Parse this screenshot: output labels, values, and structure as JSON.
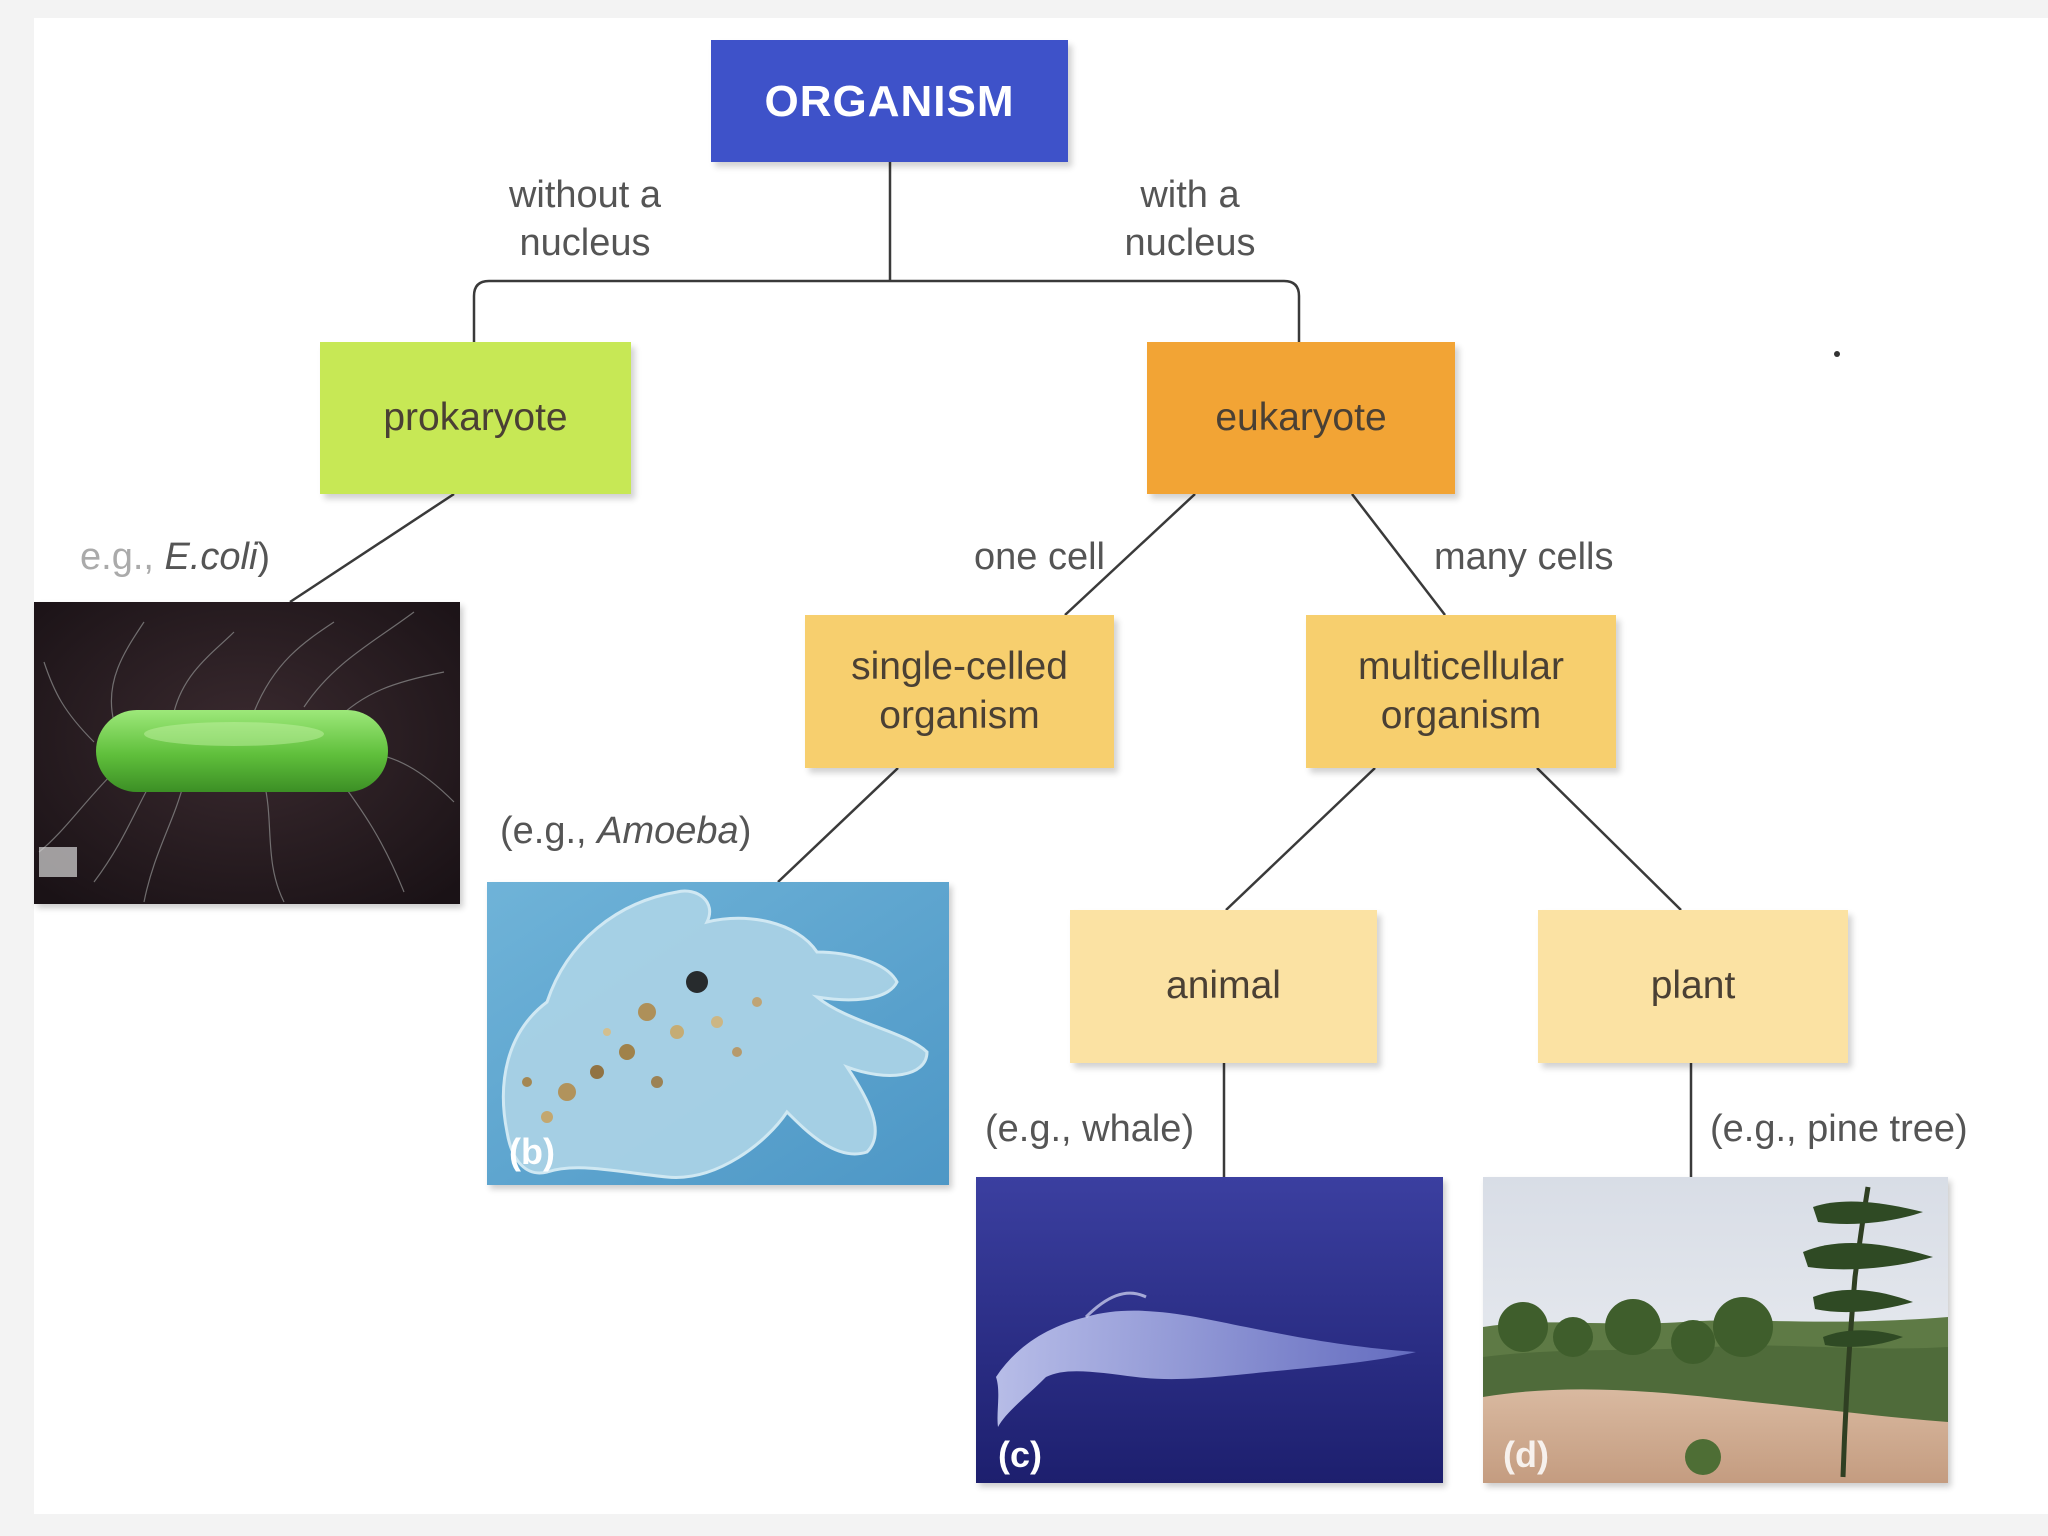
{
  "nodes": {
    "root": "ORGANISM",
    "prokaryote": "prokaryote",
    "eukaryote": "eukaryote",
    "single_celled": "single-celled organism",
    "multicellular": "multicellular organism",
    "animal": "animal",
    "plant": "plant"
  },
  "edge_labels": {
    "without_nucleus": "without a nucleus",
    "with_nucleus": "with a nucleus",
    "one_cell": "one cell",
    "many_cells": "many cells"
  },
  "examples": {
    "ecoli": {
      "prefix": "e.g., ",
      "name": "E.coli",
      "suffix": ")"
    },
    "amoeba": {
      "prefix": "(e.g., ",
      "name": "Amoeba",
      "suffix": ")"
    },
    "whale": "(e.g., whale)",
    "pine": "(e.g., pine tree)"
  },
  "photo_letters": {
    "b": "(b)",
    "c": "(c)",
    "d": "(d)"
  },
  "colors": {
    "root": "#3e52c9",
    "prokaryote": "#c7e855",
    "eukaryote": "#f2a435",
    "level2": "#f7cf6e",
    "level3": "#fbe2a3",
    "connector": "#3a3a3a"
  }
}
